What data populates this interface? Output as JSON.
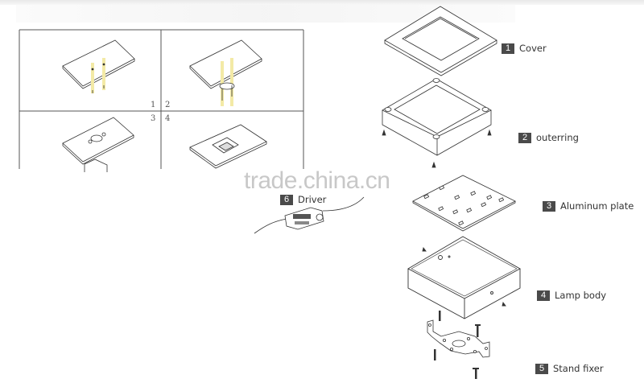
{
  "installation_steps": {
    "numbers": [
      "1",
      "2",
      "3",
      "4"
    ]
  },
  "parts": [
    {
      "number": "1",
      "name": "Cover"
    },
    {
      "number": "2",
      "name": "outerring"
    },
    {
      "number": "3",
      "name": "Aluminum plate"
    },
    {
      "number": "4",
      "name": "Lamp body"
    },
    {
      "number": "5",
      "name": "Stand fixer"
    },
    {
      "number": "6",
      "name": "Driver"
    }
  ],
  "watermark": "trade.china.cn",
  "colors": {
    "label_box": "#4a4a4a",
    "line": "#333333",
    "guide": "#f0e6a0",
    "watermark": "#c8c8c8"
  }
}
